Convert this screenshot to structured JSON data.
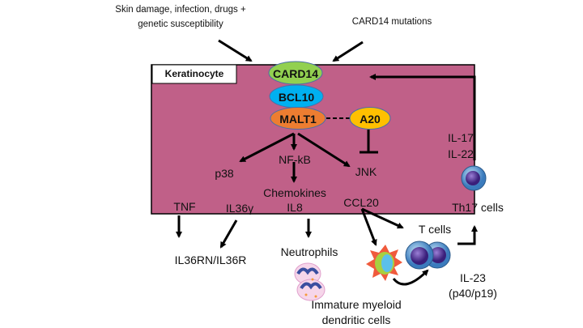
{
  "inputs": {
    "line1": "Skin damage, infection, drugs +",
    "line2": "genetic susceptibility",
    "mutations": "CARD14 mutations"
  },
  "cell": {
    "label": "Keratinocyte",
    "color": "#C06088"
  },
  "complex": {
    "card14": {
      "label": "CARD14",
      "color": "#92D050"
    },
    "bcl10": {
      "label": "BCL10",
      "color": "#00B0F0"
    },
    "malt1": {
      "label": "MALT1",
      "color": "#ED7D31"
    },
    "a20": {
      "label": "A20",
      "color": "#FFC000"
    }
  },
  "signals": {
    "p38": "p38",
    "nfkb": "NF-kB",
    "jnk": "JNK",
    "chemokines": "Chemokines",
    "il8": "IL8",
    "tnf": "TNF",
    "il36g": "IL36γ",
    "ccl20": "CCL20"
  },
  "outside": {
    "il17": "IL-17",
    "il22": "IL-22",
    "th17": "Th17 cells",
    "il36r": "IL36RN/IL36R",
    "neutrophils": "Neutrophils",
    "tcells": "T cells",
    "il23": "IL-23",
    "il23sub": "(p40/p19)",
    "dc1": "Immature myeloid",
    "dc2": "dendritic cells"
  }
}
